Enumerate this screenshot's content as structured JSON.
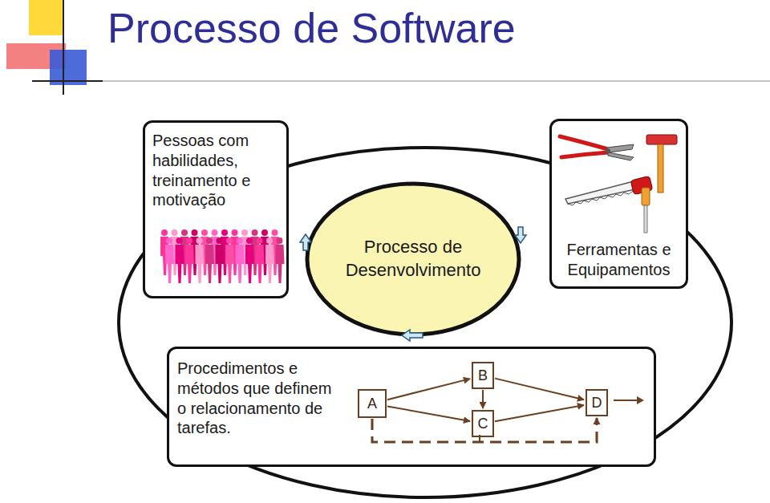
{
  "diagram": {
    "title": "Processo de Software",
    "nodes": [
      {
        "text": [
          "Pessoas com habilidades, treinamento e motivação"
        ]
      },
      {
        "text": [
          "Processo de Desenvolvimento"
        ]
      },
      {
        "text": [
          "Ferramentas e Equipamentos"
        ]
      },
      {
        "text": [
          "Procedimentos e métodos que definem o relacionamento de tarefas."
        ]
      },
      {
        "text": [
          "A"
        ],
        "in": 3
      },
      {
        "text": [
          "B"
        ],
        "in": 3
      },
      {
        "text": [
          "C"
        ],
        "in": 3
      },
      {
        "text": [
          "D"
        ],
        "in": 3
      }
    ],
    "edges": [
      {
        "from": 4,
        "to": 5,
        "arrow": "to"
      },
      {
        "from": 4,
        "to": 6,
        "arrow": "to"
      },
      {
        "from": 5,
        "to": 6,
        "arrow": "to"
      },
      {
        "from": 5,
        "to": 7,
        "arrow": "to"
      },
      {
        "from": 6,
        "to": 7,
        "arrow": "to"
      },
      {
        "from": 4,
        "to": 7,
        "arrow": "to"
      }
    ]
  }
}
